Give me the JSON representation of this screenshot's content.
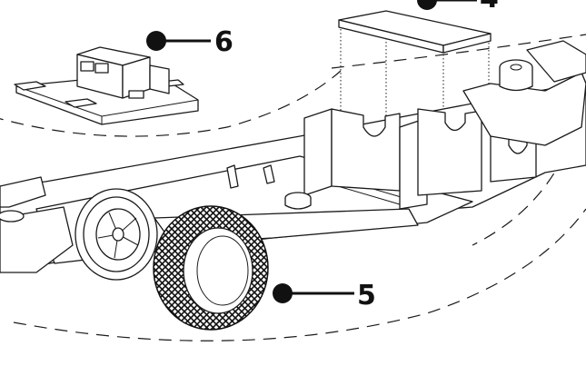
{
  "figure": {
    "callouts": [
      {
        "label": "6",
        "points_to": "control-board"
      },
      {
        "label": "4",
        "points_to": "motor-mount-block"
      },
      {
        "label": "5",
        "points_to": "rear-tyre"
      }
    ]
  }
}
